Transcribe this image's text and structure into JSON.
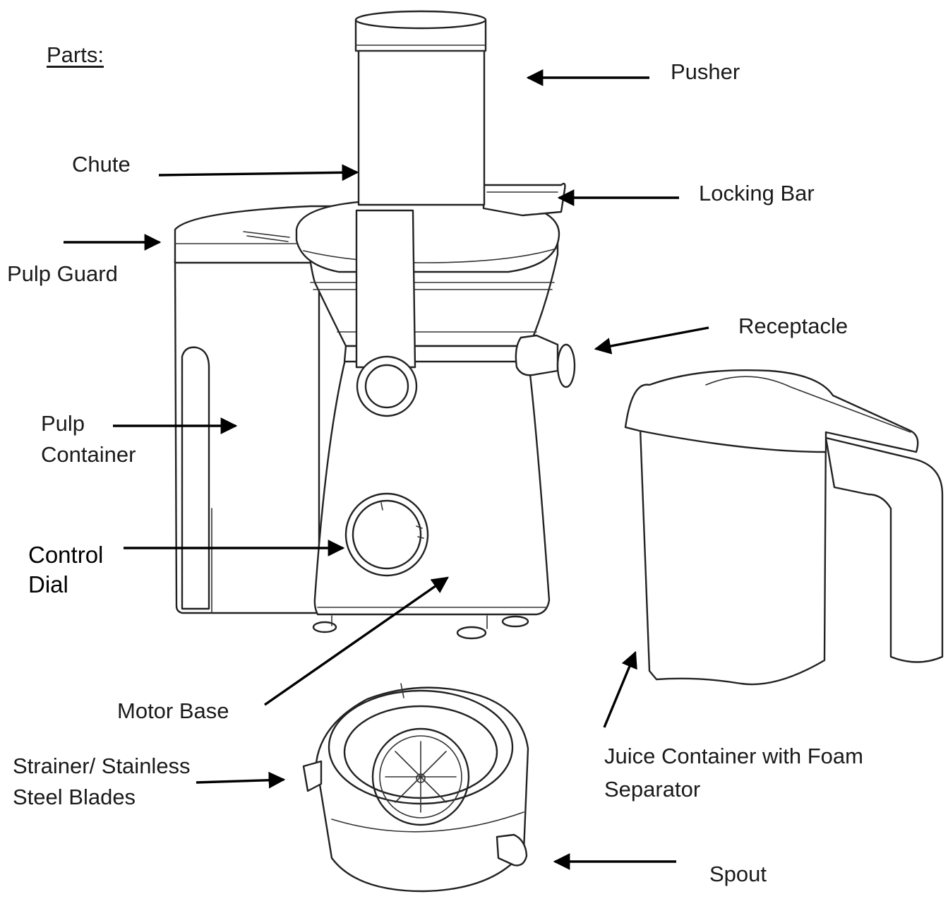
{
  "title": "Parts:",
  "labels": {
    "pusher": "Pusher",
    "chute": "Chute",
    "locking_bar": "Locking Bar",
    "pulp_guard": "Pulp Guard",
    "receptacle": "Receptacle",
    "pulp_container_line1": "Pulp",
    "pulp_container_line2": "Container",
    "control_dial_line1": "Control",
    "control_dial_line2": "Dial",
    "motor_base": "Motor Base",
    "juice_container_line1": "Juice Container with Foam",
    "juice_container_line2": "Separator",
    "strainer_line1": "Strainer/ Stainless",
    "strainer_line2": "Steel Blades",
    "spout": "Spout"
  },
  "colors": {
    "ink": "#1a1a1a",
    "background": "#ffffff"
  }
}
